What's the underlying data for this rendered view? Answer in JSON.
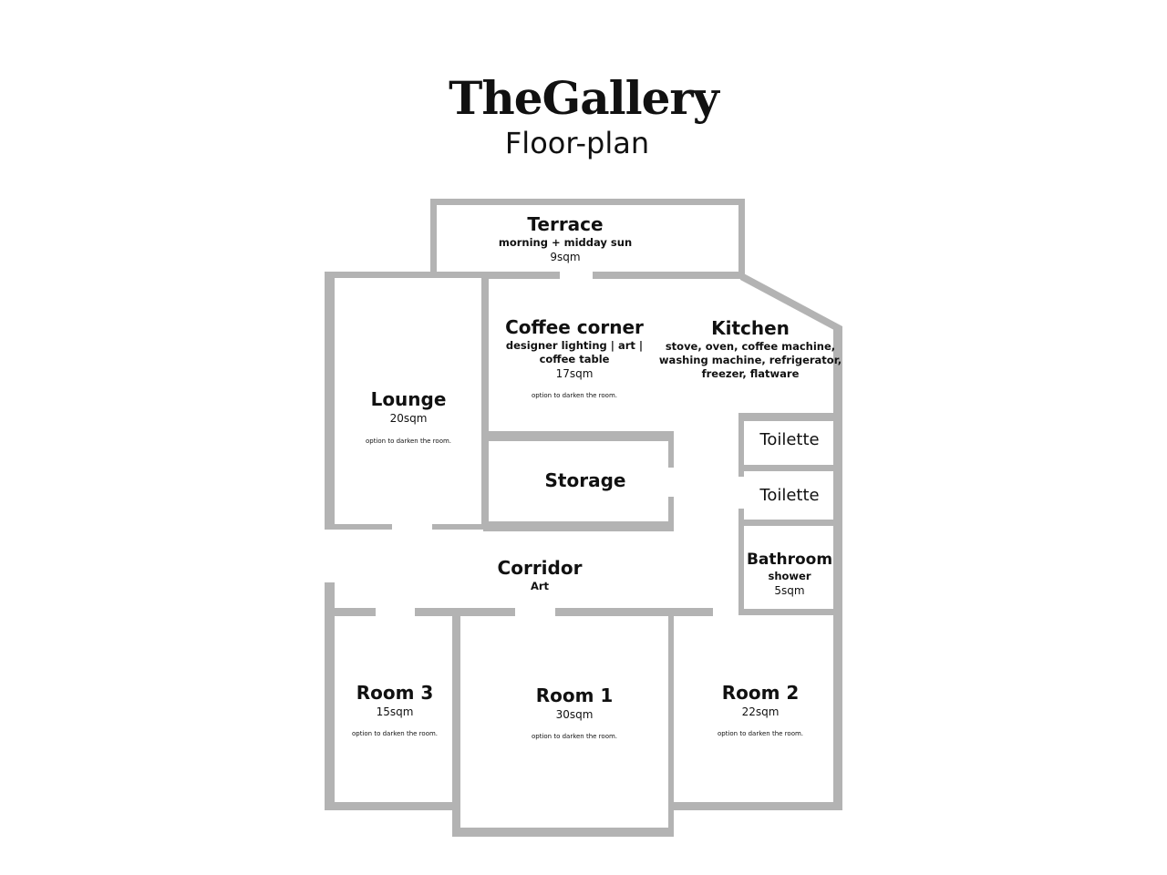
{
  "header": {
    "title": "TheGallery",
    "subtitle": "Floor-plan"
  },
  "colors": {
    "wall": "#b3b3b3",
    "background": "#ffffff",
    "text": "#111111"
  },
  "rooms": {
    "terrace": {
      "name": "Terrace",
      "desc": "morning + midday sun",
      "size": "9sqm"
    },
    "coffee": {
      "name": "Coffee corner",
      "desc1": "designer lighting | art |",
      "desc2": "coffee table",
      "size": "17sqm",
      "note": "option to darken the room."
    },
    "kitchen": {
      "name": "Kitchen",
      "desc1": "stove, oven, coffee machine,",
      "desc2": "washing machine, refrigerator,",
      "desc3": "freezer, flatware"
    },
    "lounge": {
      "name": "Lounge",
      "size": "20sqm",
      "note": "option to darken the room."
    },
    "storage": {
      "name": "Storage"
    },
    "toilette1": {
      "name": "Toilette"
    },
    "toilette2": {
      "name": "Toilette"
    },
    "bathroom": {
      "name": "Bathroom",
      "desc": "shower",
      "size": "5sqm"
    },
    "corridor": {
      "name": "Corridor",
      "desc": "Art"
    },
    "room3": {
      "name": "Room 3",
      "size": "15sqm",
      "note": "option to darken the room."
    },
    "room1": {
      "name": "Room 1",
      "size": "30sqm",
      "note": "option to darken the room."
    },
    "room2": {
      "name": "Room 2",
      "size": "22sqm",
      "note": "option to darken the room."
    }
  }
}
